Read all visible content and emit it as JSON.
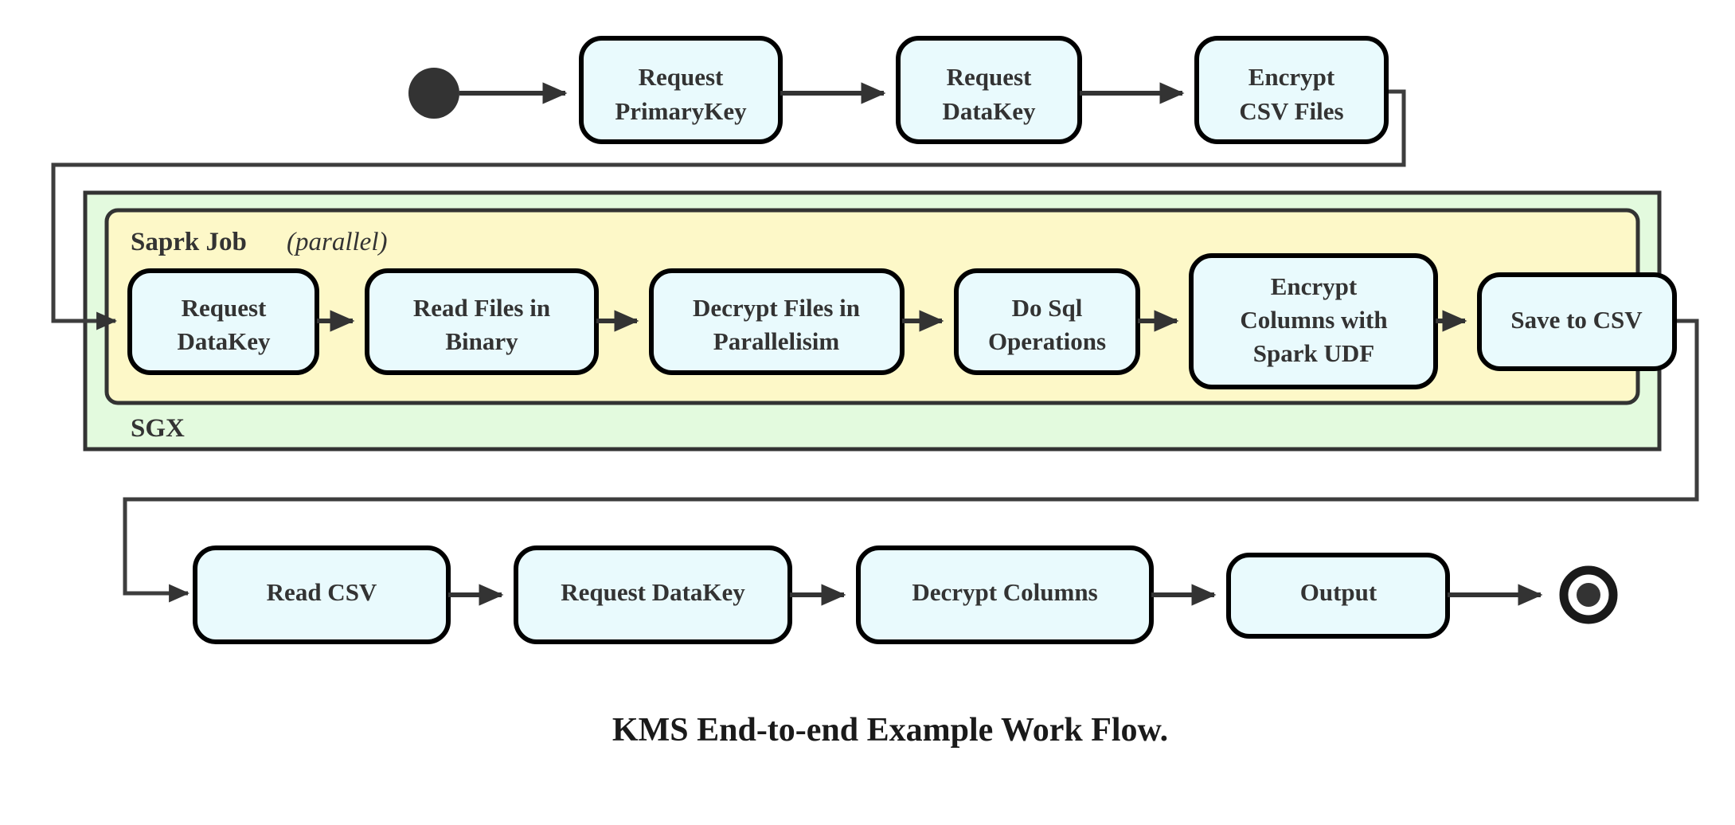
{
  "caption": "KMS End-to-end Example Work Flow.",
  "colors": {
    "node_fill": "#e9fafd",
    "node_stroke": "#000000",
    "sgx_fill": "#e3fade",
    "spark_fill": "#fdf8c8",
    "edge": "#333333",
    "text": "#333333"
  },
  "markers": {
    "start_node": "filled-circle-start",
    "end_node": "bullseye-final-state"
  },
  "groups": {
    "sgx": {
      "label": "SGX"
    },
    "spark": {
      "label_bold": "Saprk Job",
      "label_italic": "(parallel)"
    }
  },
  "rows": {
    "top": [
      {
        "id": "request-primarykey",
        "lines": [
          "Request",
          "PrimaryKey"
        ]
      },
      {
        "id": "request-datakey-top",
        "lines": [
          "Request",
          "DataKey"
        ]
      },
      {
        "id": "encrypt-csv-files",
        "lines": [
          "Encrypt",
          "CSV Files"
        ]
      }
    ],
    "spark": [
      {
        "id": "request-datakey-spark",
        "lines": [
          "Request",
          "DataKey"
        ]
      },
      {
        "id": "read-files-binary",
        "lines": [
          "Read Files in",
          "Binary"
        ]
      },
      {
        "id": "decrypt-files-parallelisim",
        "lines": [
          "Decrypt Files in",
          "Parallelisim"
        ]
      },
      {
        "id": "do-sql-operations",
        "lines": [
          "Do Sql",
          "Operations"
        ]
      },
      {
        "id": "encrypt-columns-spark-udf",
        "lines": [
          "Encrypt",
          "Columns with",
          "Spark UDF"
        ]
      },
      {
        "id": "save-to-csv",
        "lines": [
          "Save to CSV"
        ]
      }
    ],
    "bottom": [
      {
        "id": "read-csv",
        "lines": [
          "Read CSV"
        ]
      },
      {
        "id": "request-datakey-bottom",
        "lines": [
          "Request DataKey"
        ]
      },
      {
        "id": "decrypt-columns",
        "lines": [
          "Decrypt Columns"
        ]
      },
      {
        "id": "output",
        "lines": [
          "Output"
        ]
      }
    ]
  },
  "chart_data": {
    "type": "diagram",
    "title": "KMS End-to-end Example Work Flow.",
    "nodes": [
      "start",
      "Request PrimaryKey",
      "Request DataKey",
      "Encrypt CSV Files",
      "Request DataKey",
      "Read Files in Binary",
      "Decrypt Files in Parallelisim",
      "Do Sql Operations",
      "Encrypt Columns with Spark UDF",
      "Save to CSV",
      "Read CSV",
      "Request DataKey",
      "Decrypt Columns",
      "Output",
      "end"
    ],
    "edges": [
      [
        "start",
        "Request PrimaryKey"
      ],
      [
        "Request PrimaryKey",
        "Request DataKey"
      ],
      [
        "Request DataKey",
        "Encrypt CSV Files"
      ],
      [
        "Encrypt CSV Files",
        "Request DataKey (Spark)"
      ],
      [
        "Request DataKey (Spark)",
        "Read Files in Binary"
      ],
      [
        "Read Files in Binary",
        "Decrypt Files in Parallelisim"
      ],
      [
        "Decrypt Files in Parallelisim",
        "Do Sql Operations"
      ],
      [
        "Do Sql Operations",
        "Encrypt Columns with Spark UDF"
      ],
      [
        "Encrypt Columns with Spark UDF",
        "Save to CSV"
      ],
      [
        "Save to CSV",
        "Read CSV"
      ],
      [
        "Read CSV",
        "Request DataKey (bottom)"
      ],
      [
        "Request DataKey (bottom)",
        "Decrypt Columns"
      ],
      [
        "Decrypt Columns",
        "Output"
      ],
      [
        "Output",
        "end"
      ]
    ],
    "containers": [
      {
        "label": "SGX",
        "contains": "Saprk Job"
      },
      {
        "label": "Saprk Job (parallel)",
        "contains": "Request DataKey, Read Files in Binary, Decrypt Files in Parallelisim, Do Sql Operations, Encrypt Columns with Spark UDF, Save to CSV"
      }
    ]
  }
}
